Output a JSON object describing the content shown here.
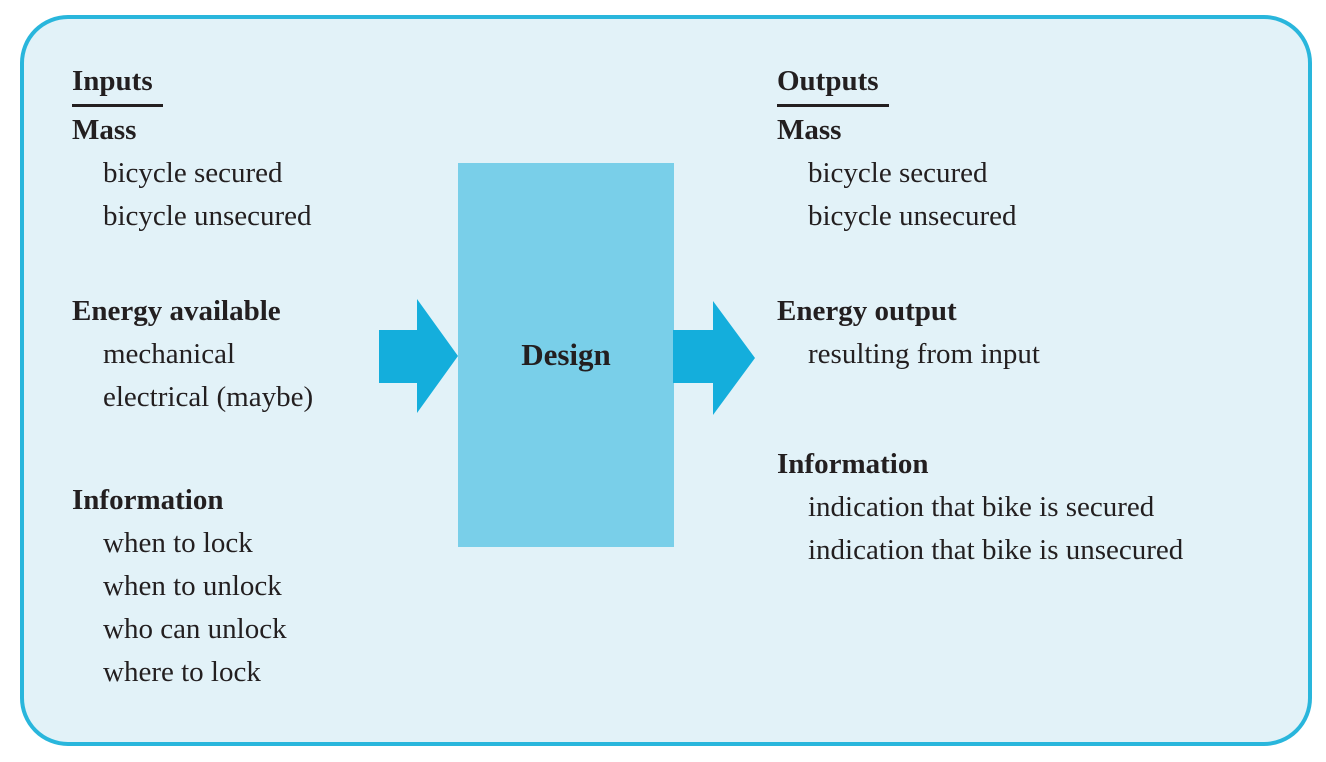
{
  "diagram": {
    "process": {
      "label": "Design"
    },
    "inputs": {
      "title": "Inputs",
      "groups": [
        {
          "heading": "Mass",
          "items": [
            "bicycle secured",
            "bicycle unsecured"
          ]
        },
        {
          "heading": "Energy available",
          "items": [
            "mechanical",
            "electrical (maybe)"
          ]
        },
        {
          "heading": "Information",
          "items": [
            "when to lock",
            "when to unlock",
            "who can unlock",
            "where to lock"
          ]
        }
      ]
    },
    "outputs": {
      "title": "Outputs",
      "groups": [
        {
          "heading": "Mass",
          "items": [
            "bicycle secured",
            "bicycle unsecured"
          ]
        },
        {
          "heading": "Energy output",
          "items": [
            "resulting from input"
          ]
        },
        {
          "heading": "Information",
          "items": [
            "indication that bike is secured",
            "indication that bike is unsecured"
          ]
        }
      ]
    },
    "colors": {
      "panel_background": "#e2f2f8",
      "panel_border": "#29b6dc",
      "arrow_fill": "#14aedc",
      "process_box_fill": "#79cfe9",
      "text": "#231f20"
    }
  }
}
